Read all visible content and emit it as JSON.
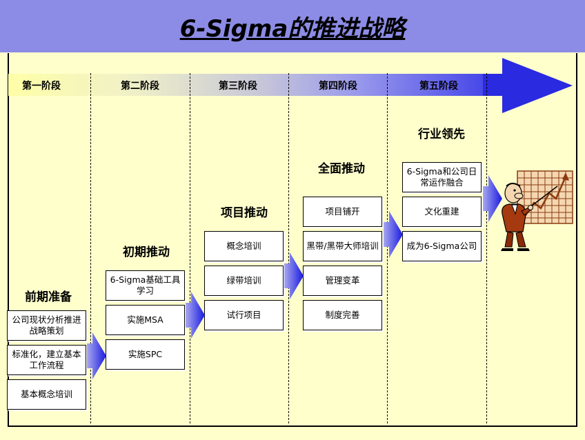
{
  "title": "6-Sigma的推进战略",
  "phases": [
    "第一阶段",
    "第二阶段",
    "第三阶段",
    "第四阶段",
    "第五阶段"
  ],
  "stages": [
    "前期准备",
    "初期推动",
    "项目推动",
    "全面推动",
    "行业领先"
  ],
  "stage1_boxes": [
    "公司现状分析推进战略策划",
    "标准化，建立基本工作流程",
    "基本概念培训"
  ],
  "stage2_boxes": [
    "6-Sigma基础工具学习",
    "实施MSA",
    "实施SPC"
  ],
  "stage3_boxes": [
    "概念培训",
    "绿带培训",
    "试行项目"
  ],
  "stage4_boxes": [
    "项目铺开",
    "黑带/黑带大师培训",
    "管理变革",
    "制度完善"
  ],
  "stage5_boxes": [
    "6-Sigma和公司日常运作融合",
    "文化重建",
    "成为6-Sigma公司"
  ],
  "colors": {
    "header": "#8c8ce6",
    "background": "#ffffcc",
    "arrow": "#2a2ae0"
  }
}
